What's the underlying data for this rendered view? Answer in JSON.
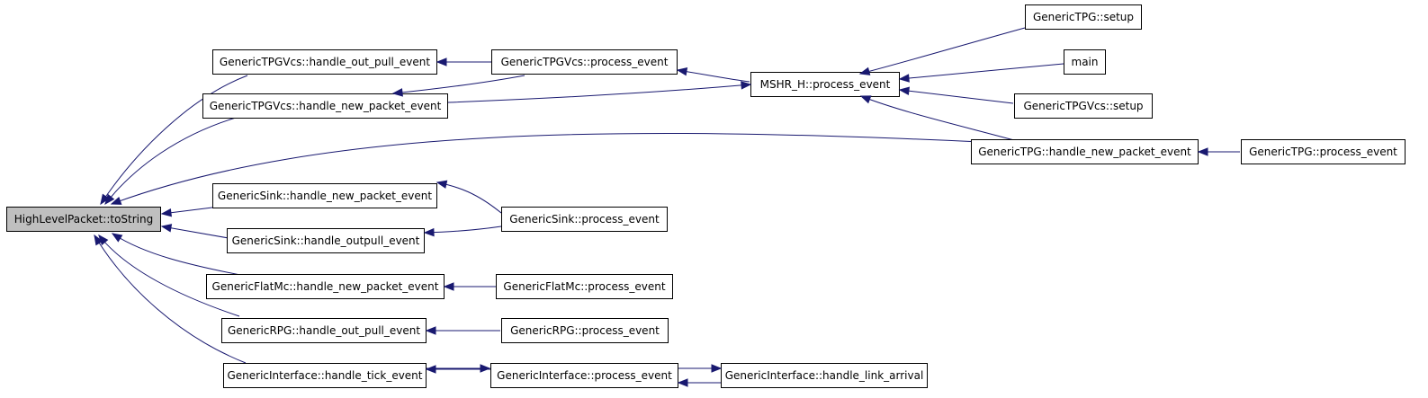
{
  "graph": {
    "edge_color": "#191970",
    "root_fill": "#bfbfbf",
    "nodes": {
      "root": "HighLevelPacket::toString",
      "tpgvcs_out_pull": "GenericTPGVcs::handle_out_pull_event",
      "tpgvcs_new_packet": "GenericTPGVcs::handle_new_packet_event",
      "tpgvcs_process": "GenericTPGVcs::process_event",
      "mshr_process": "MSHR_H::process_event",
      "tpg_setup": "GenericTPG::setup",
      "main": "main",
      "tpgvcs_setup": "GenericTPGVcs::setup",
      "tpg_new_packet": "GenericTPG::handle_new_packet_event",
      "tpg_process": "GenericTPG::process_event",
      "sink_new_packet": "GenericSink::handle_new_packet_event",
      "sink_outpull": "GenericSink::handle_outpull_event",
      "sink_process": "GenericSink::process_event",
      "flatmc_new_packet": "GenericFlatMc::handle_new_packet_event",
      "flatmc_process": "GenericFlatMc::process_event",
      "rpg_out_pull": "GenericRPG::handle_out_pull_event",
      "rpg_process": "GenericRPG::process_event",
      "iface_tick": "GenericInterface::handle_tick_event",
      "iface_process": "GenericInterface::process_event",
      "iface_link_arrival": "GenericInterface::handle_link_arrival"
    },
    "edges": [
      {
        "from": "tpgvcs_out_pull",
        "to": "root"
      },
      {
        "from": "tpgvcs_new_packet",
        "to": "root"
      },
      {
        "from": "tpg_new_packet",
        "to": "root"
      },
      {
        "from": "sink_new_packet",
        "to": "root"
      },
      {
        "from": "sink_outpull",
        "to": "root"
      },
      {
        "from": "flatmc_new_packet",
        "to": "root"
      },
      {
        "from": "rpg_out_pull",
        "to": "root"
      },
      {
        "from": "iface_tick",
        "to": "root"
      },
      {
        "from": "tpgvcs_process",
        "to": "tpgvcs_out_pull"
      },
      {
        "from": "tpgvcs_process",
        "to": "tpgvcs_new_packet"
      },
      {
        "from": "mshr_process",
        "to": "tpgvcs_process"
      },
      {
        "from": "tpgvcs_new_packet",
        "to": "mshr_process"
      },
      {
        "from": "tpg_setup",
        "to": "mshr_process"
      },
      {
        "from": "main",
        "to": "mshr_process"
      },
      {
        "from": "tpgvcs_setup",
        "to": "mshr_process"
      },
      {
        "from": "tpg_new_packet",
        "to": "mshr_process"
      },
      {
        "from": "tpg_process",
        "to": "tpg_new_packet"
      },
      {
        "from": "sink_process",
        "to": "sink_new_packet"
      },
      {
        "from": "sink_process",
        "to": "sink_outpull"
      },
      {
        "from": "flatmc_process",
        "to": "flatmc_new_packet"
      },
      {
        "from": "rpg_process",
        "to": "rpg_out_pull"
      },
      {
        "from": "iface_process",
        "to": "iface_tick"
      },
      {
        "from": "iface_tick",
        "to": "iface_process"
      },
      {
        "from": "iface_link_arrival",
        "to": "iface_process"
      },
      {
        "from": "iface_process",
        "to": "iface_link_arrival"
      }
    ]
  }
}
